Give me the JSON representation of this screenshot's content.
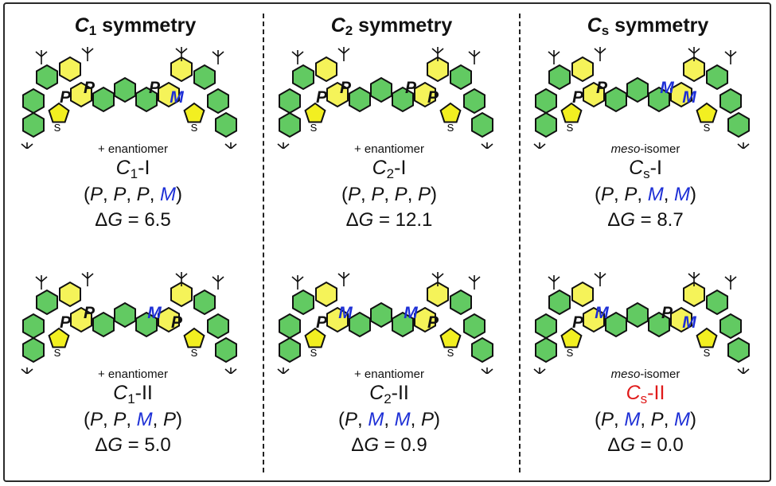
{
  "columns": [
    {
      "symbol": "C",
      "subscript": "1",
      "suffix": " symmetry"
    },
    {
      "symbol": "C",
      "subscript": "2",
      "suffix": " symmetry"
    },
    {
      "symbol": "C",
      "subscript": "s",
      "suffix": " symmetry"
    }
  ],
  "colors": {
    "P": "#111111",
    "M": "#1d2fd6",
    "highlight": "#e01a1a",
    "ring_green": "#2eb82e",
    "ring_yellow": "#f2ef21"
  },
  "structures": [
    {
      "col": 0,
      "row": 0,
      "tag_prefix": "",
      "tag_italic": "",
      "tag_text": "+ enantiomer",
      "name_sym": "C",
      "name_sub": "1",
      "name_num": "-I",
      "name_red": false,
      "helicity": [
        "P",
        "P",
        "P",
        "M"
      ],
      "dg_prefix": "Δ",
      "dg_var": "G",
      "dg_value": " = 6.5",
      "ring_labels": [
        "P",
        "P",
        "P",
        "M"
      ],
      "sulfur": "S"
    },
    {
      "col": 1,
      "row": 0,
      "tag_prefix": "",
      "tag_italic": "",
      "tag_text": "+ enantiomer",
      "name_sym": "C",
      "name_sub": "2",
      "name_num": "-I",
      "name_red": false,
      "helicity": [
        "P",
        "P",
        "P",
        "P"
      ],
      "dg_prefix": "Δ",
      "dg_var": "G",
      "dg_value": " = 12.1",
      "ring_labels": [
        "P",
        "P",
        "P",
        "P"
      ],
      "sulfur": "S"
    },
    {
      "col": 2,
      "row": 0,
      "tag_prefix": "",
      "tag_italic": "meso",
      "tag_text": "-isomer",
      "name_sym": "C",
      "name_sub": "s",
      "name_num": "-I",
      "name_red": false,
      "helicity": [
        "P",
        "P",
        "M",
        "M"
      ],
      "dg_prefix": "Δ",
      "dg_var": "G",
      "dg_value": " = 8.7",
      "ring_labels": [
        "P",
        "P",
        "M",
        "M"
      ],
      "sulfur": "S"
    },
    {
      "col": 0,
      "row": 1,
      "tag_prefix": "",
      "tag_italic": "",
      "tag_text": "+ enantiomer",
      "name_sym": "C",
      "name_sub": "1",
      "name_num": "-II",
      "name_red": false,
      "helicity": [
        "P",
        "P",
        "M",
        "P"
      ],
      "dg_prefix": "Δ",
      "dg_var": "G",
      "dg_value": " = 5.0",
      "ring_labels": [
        "P",
        "P",
        "M",
        "P"
      ],
      "sulfur": "S"
    },
    {
      "col": 1,
      "row": 1,
      "tag_prefix": "",
      "tag_italic": "",
      "tag_text": "+ enantiomer",
      "name_sym": "C",
      "name_sub": "2",
      "name_num": "-II",
      "name_red": false,
      "helicity": [
        "P",
        "M",
        "M",
        "P"
      ],
      "dg_prefix": "Δ",
      "dg_var": "G",
      "dg_value": " = 0.9",
      "ring_labels": [
        "P",
        "M",
        "M",
        "P"
      ],
      "sulfur": "S"
    },
    {
      "col": 2,
      "row": 1,
      "tag_prefix": "",
      "tag_italic": "meso",
      "tag_text": "-isomer",
      "name_sym": "C",
      "name_sub": "s",
      "name_num": "-II",
      "name_red": true,
      "helicity": [
        "P",
        "M",
        "P",
        "M"
      ],
      "dg_prefix": "Δ",
      "dg_var": "G",
      "dg_value": " = 0.0",
      "ring_labels": [
        "P",
        "M",
        "P",
        "M"
      ],
      "sulfur": "S"
    }
  ]
}
